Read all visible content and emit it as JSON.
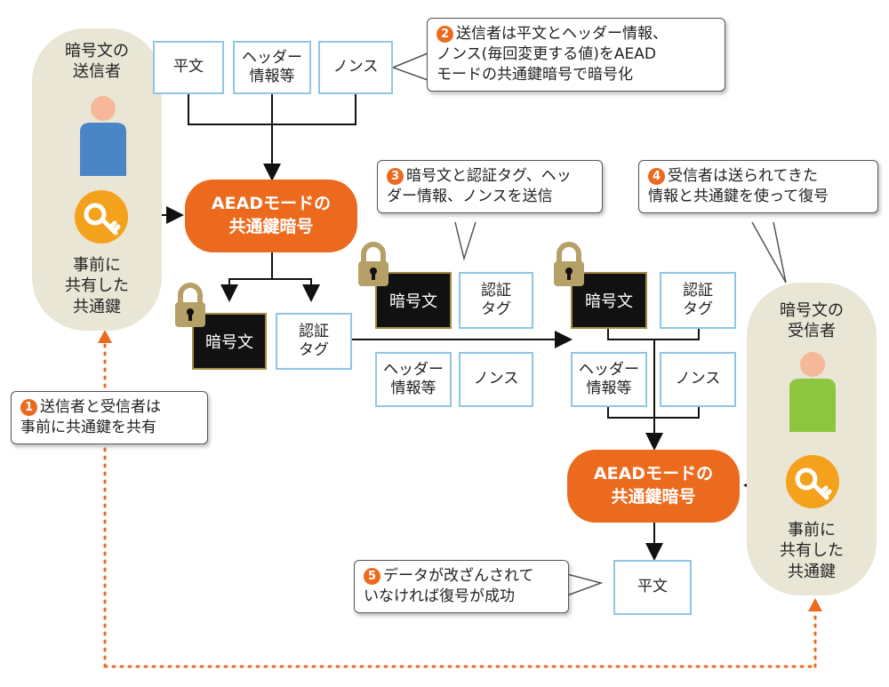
{
  "sender": {
    "title": [
      "暗号文の",
      "送信者"
    ],
    "key_label": [
      "事前に",
      "共有した",
      "共通鍵"
    ]
  },
  "receiver": {
    "title": [
      "暗号文の",
      "受信者"
    ],
    "key_label": [
      "事前に",
      "共有した",
      "共通鍵"
    ]
  },
  "boxes": {
    "plaintext": "平文",
    "header": [
      "ヘッダー",
      "情報等"
    ],
    "nonce": "ノンス",
    "ciphertext": "暗号文",
    "auth_tag": [
      "認証",
      "タグ"
    ]
  },
  "aead": [
    "AEADモードの",
    "共通鍵暗号"
  ],
  "steps": [
    {
      "num": "1",
      "lines": [
        "送信者と受信者は",
        "事前に共通鍵を共有"
      ]
    },
    {
      "num": "2",
      "lines": [
        "送信者は平文とヘッダー情報、",
        "ノンス(毎回変更する値)をAEAD",
        "モードの共通鍵暗号で暗号化"
      ]
    },
    {
      "num": "3",
      "lines": [
        "暗号文と認証タグ、ヘッ",
        "ダー情報、ノンスを送信"
      ]
    },
    {
      "num": "4",
      "lines": [
        "受信者は送られてきた",
        "情報と共通鍵を使って復号"
      ]
    },
    {
      "num": "5",
      "lines": [
        "データが改ざんされて",
        "いなければ復号が成功"
      ]
    }
  ],
  "colors": {
    "accent": "#ec6a1e",
    "key": "#f4a21b",
    "box_border": "#8fc6e6",
    "lock": "#b5a067",
    "sender_shirt": "#4a86c6",
    "receiver_shirt": "#8cc63f",
    "pill_bg": "#e9e6d6"
  },
  "icons": [
    "person-icon",
    "key-icon",
    "padlock-icon"
  ]
}
